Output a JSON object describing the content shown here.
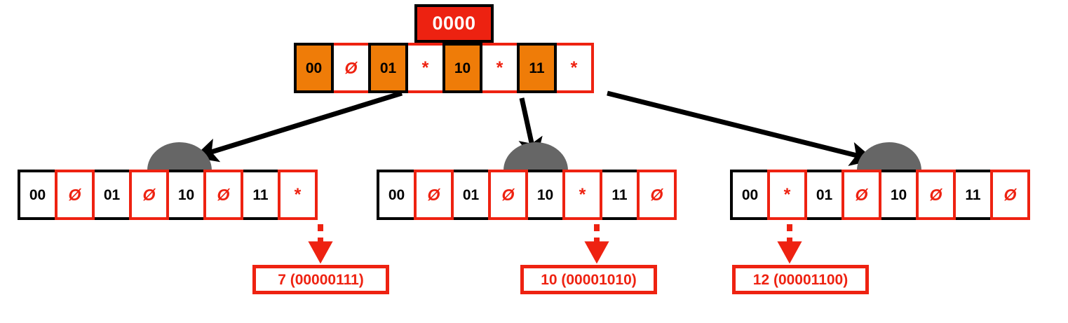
{
  "diagram": {
    "title_box": {
      "label": "0000"
    },
    "glyphs": {
      "null": "Ø",
      "pointer": "*"
    },
    "colors": {
      "orange_key": "#EF7C08",
      "red": "#EE2211",
      "red_header": "#ED2211",
      "black": "#000000",
      "white": "#FFFFFF",
      "gray_bump": "#666666"
    },
    "root_node": {
      "name": "root-node",
      "cells": [
        {
          "kind": "key",
          "label": "00"
        },
        {
          "kind": "value",
          "label": "Ø",
          "glyph": "null"
        },
        {
          "kind": "key",
          "label": "01"
        },
        {
          "kind": "value",
          "label": "*",
          "glyph": "pointer"
        },
        {
          "kind": "key",
          "label": "10"
        },
        {
          "kind": "value",
          "label": "*",
          "glyph": "pointer"
        },
        {
          "kind": "key",
          "label": "11"
        },
        {
          "kind": "value",
          "label": "*",
          "glyph": "pointer"
        }
      ]
    },
    "child_nodes": [
      {
        "name": "child-node-left",
        "cells": [
          {
            "kind": "key",
            "label": "00"
          },
          {
            "kind": "value",
            "label": "Ø",
            "glyph": "null"
          },
          {
            "kind": "key",
            "label": "01"
          },
          {
            "kind": "value",
            "label": "Ø",
            "glyph": "null"
          },
          {
            "kind": "key",
            "label": "10"
          },
          {
            "kind": "value",
            "label": "Ø",
            "glyph": "null"
          },
          {
            "kind": "key",
            "label": "11"
          },
          {
            "kind": "value",
            "label": "*",
            "glyph": "pointer"
          }
        ]
      },
      {
        "name": "child-node-middle",
        "cells": [
          {
            "kind": "key",
            "label": "00"
          },
          {
            "kind": "value",
            "label": "Ø",
            "glyph": "null"
          },
          {
            "kind": "key",
            "label": "01"
          },
          {
            "kind": "value",
            "label": "Ø",
            "glyph": "null"
          },
          {
            "kind": "key",
            "label": "10"
          },
          {
            "kind": "value",
            "label": "*",
            "glyph": "pointer"
          },
          {
            "kind": "key",
            "label": "11"
          },
          {
            "kind": "value",
            "label": "Ø",
            "glyph": "null"
          }
        ]
      },
      {
        "name": "child-node-right",
        "cells": [
          {
            "kind": "key",
            "label": "00"
          },
          {
            "kind": "value",
            "label": "*",
            "glyph": "pointer"
          },
          {
            "kind": "key",
            "label": "01"
          },
          {
            "kind": "value",
            "label": "Ø",
            "glyph": "null"
          },
          {
            "kind": "key",
            "label": "10"
          },
          {
            "kind": "value",
            "label": "Ø",
            "glyph": "null"
          },
          {
            "kind": "key",
            "label": "11"
          },
          {
            "kind": "value",
            "label": "Ø",
            "glyph": "null"
          }
        ]
      }
    ],
    "value_boxes": [
      {
        "name": "value-box-left",
        "label": "7 (00000111)"
      },
      {
        "name": "value-box-middle",
        "label": "10 (00001010)"
      },
      {
        "name": "value-box-right",
        "label": "12 (00001100)"
      }
    ]
  }
}
